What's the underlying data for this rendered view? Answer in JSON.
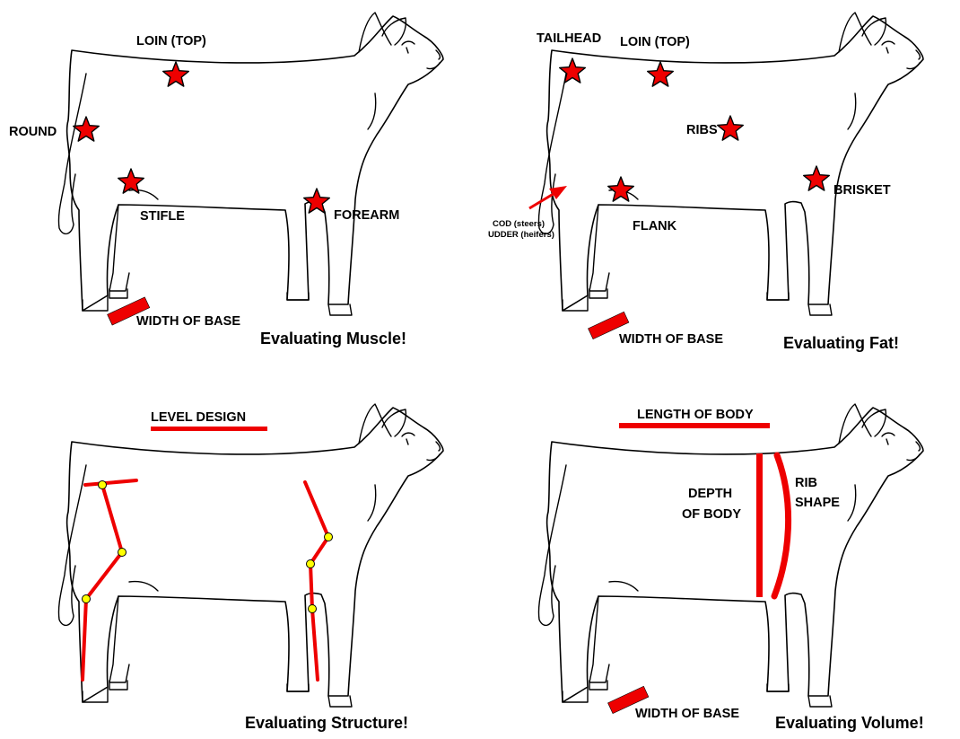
{
  "colors": {
    "accent": "#ee0000",
    "joint": "#ffff00",
    "outline": "#000000"
  },
  "panels": [
    {
      "title": "Evaluating Muscle!",
      "labels": {
        "loin": "LOIN (TOP)",
        "round": "ROUND",
        "stifle": "STIFLE",
        "forearm": "FOREARM",
        "base": "WIDTH OF BASE"
      }
    },
    {
      "title": "Evaluating Fat!",
      "labels": {
        "tailhead": "TAILHEAD",
        "loin": "LOIN (TOP)",
        "ribs": "RIBS",
        "brisket": "BRISKET",
        "flank": "FLANK",
        "cod": "COD (steers)",
        "udder": "UDDER (heifers)",
        "base": "WIDTH OF BASE"
      }
    },
    {
      "title": "Evaluating Structure!",
      "labels": {
        "level": "LEVEL DESIGN"
      }
    },
    {
      "title": "Evaluating Volume!",
      "labels": {
        "length": "LENGTH OF BODY",
        "depth1": "DEPTH",
        "depth2": "OF BODY",
        "rib1": "RIB",
        "rib2": "SHAPE",
        "base": "WIDTH OF BASE"
      }
    }
  ]
}
